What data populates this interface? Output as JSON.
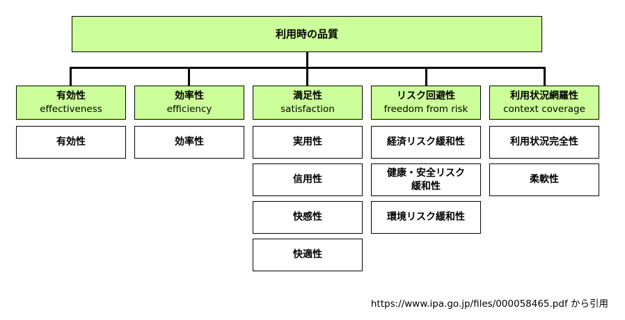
{
  "root": "利用時の品質",
  "categories": [
    {
      "name": "有効性",
      "en": "effectiveness",
      "children": [
        "有効性"
      ]
    },
    {
      "name": "効率性",
      "en": "efficiency",
      "children": [
        "効率性"
      ]
    },
    {
      "name": "満足性",
      "en": "satisfaction",
      "children": [
        "実用性",
        "信用性",
        "快感性",
        "快適性"
      ]
    },
    {
      "name": "リスク回避性",
      "en": "freedom from risk",
      "children": [
        "経済リスク緩和性",
        "健康・安全リスク\n緩和性",
        "環境リスク緩和性"
      ]
    },
    {
      "name": "利用状況網羅性",
      "en": "context coverage",
      "children": [
        "利用状況完全性",
        "柔軟性"
      ]
    }
  ],
  "source": "https://www.ipa.go.jp/files/000058465.pdf から引用"
}
